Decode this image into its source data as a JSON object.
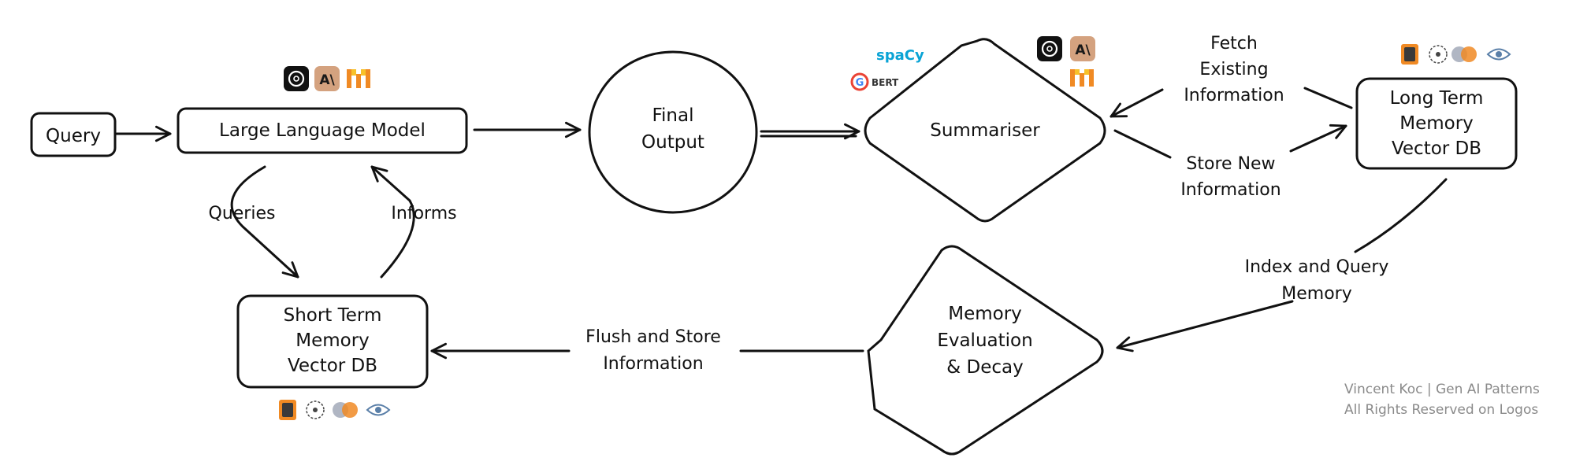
{
  "nodes": {
    "query": "Query",
    "llm": "Large Language Model",
    "final_output": [
      "Final",
      "Output"
    ],
    "summariser": "Summariser",
    "long_term": [
      "Long Term",
      "Memory",
      "Vector DB"
    ],
    "short_term": [
      "Short Term",
      "Memory",
      "Vector DB"
    ],
    "evaluation": [
      "Memory",
      "Evaluation",
      "& Decay"
    ]
  },
  "edges": {
    "queries": "Queries",
    "informs": "Informs",
    "fetch": [
      "Fetch",
      "Existing",
      "Information"
    ],
    "store_new": [
      "Store New",
      "Information"
    ],
    "index_query": [
      "Index and Query",
      "Memory"
    ],
    "flush_store": [
      "Flush and Store",
      "Information"
    ]
  },
  "logos": {
    "spacy": "spaCy",
    "bert": "BERT",
    "google_g": "G",
    "anthropic": "A\\"
  },
  "credit": [
    "Vincent Koc | Gen AI Patterns",
    "All Rights Reserved on Logos"
  ],
  "colors": {
    "ink": "#111111",
    "anthropic_tan": "#d4a27f",
    "mistral_orange": "#f08a24",
    "spacy_blue": "#09a3d5",
    "credit_gray": "#8a8a8a"
  },
  "icons": [
    "openai-icon",
    "anthropic-icon",
    "mistral-icon",
    "spacy-logo",
    "google-bert-logo",
    "vector-db-icon",
    "cluster-icon",
    "overlap-circles-icon",
    "eye-icon"
  ]
}
